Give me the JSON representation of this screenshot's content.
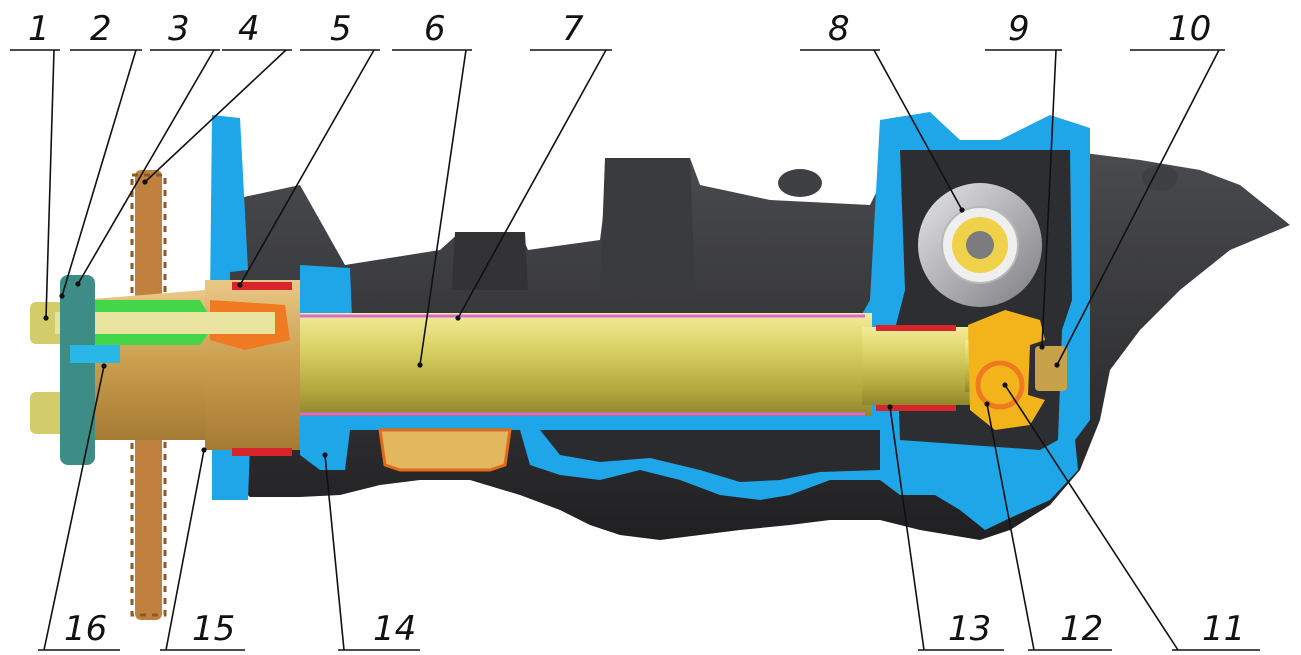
{
  "colors": {
    "housing_dark": "#2b2b2d",
    "housing_mid": "#3a3a3d",
    "housing_light": "#55565a",
    "section_cut": "#1ea6e8",
    "shaft": "#d6cf63",
    "shaft_shade": "#a39a38",
    "bushing": "#d8252b",
    "gear": "#c0813e",
    "gear_dark": "#8a5a25",
    "spring_green": "#44d548",
    "orange_part": "#f07a22",
    "pinion": "#9a9a9e",
    "pinion_light": "#d9d9dc",
    "yellow_part": "#f2b31b",
    "seal_pink": "#d86ad8",
    "hub": "#d2a85a",
    "blue_green": "#3d8c86"
  },
  "callouts": [
    {
      "id": "1",
      "label": "1"
    },
    {
      "id": "2",
      "label": "2"
    },
    {
      "id": "3",
      "label": "3"
    },
    {
      "id": "4",
      "label": "4"
    },
    {
      "id": "5",
      "label": "5"
    },
    {
      "id": "6",
      "label": "6"
    },
    {
      "id": "7",
      "label": "7"
    },
    {
      "id": "8",
      "label": "8"
    },
    {
      "id": "9",
      "label": "9"
    },
    {
      "id": "10",
      "label": "10"
    },
    {
      "id": "11",
      "label": "11"
    },
    {
      "id": "12",
      "label": "12"
    },
    {
      "id": "13",
      "label": "13"
    },
    {
      "id": "14",
      "label": "14"
    },
    {
      "id": "15",
      "label": "15"
    },
    {
      "id": "16",
      "label": "16"
    }
  ]
}
